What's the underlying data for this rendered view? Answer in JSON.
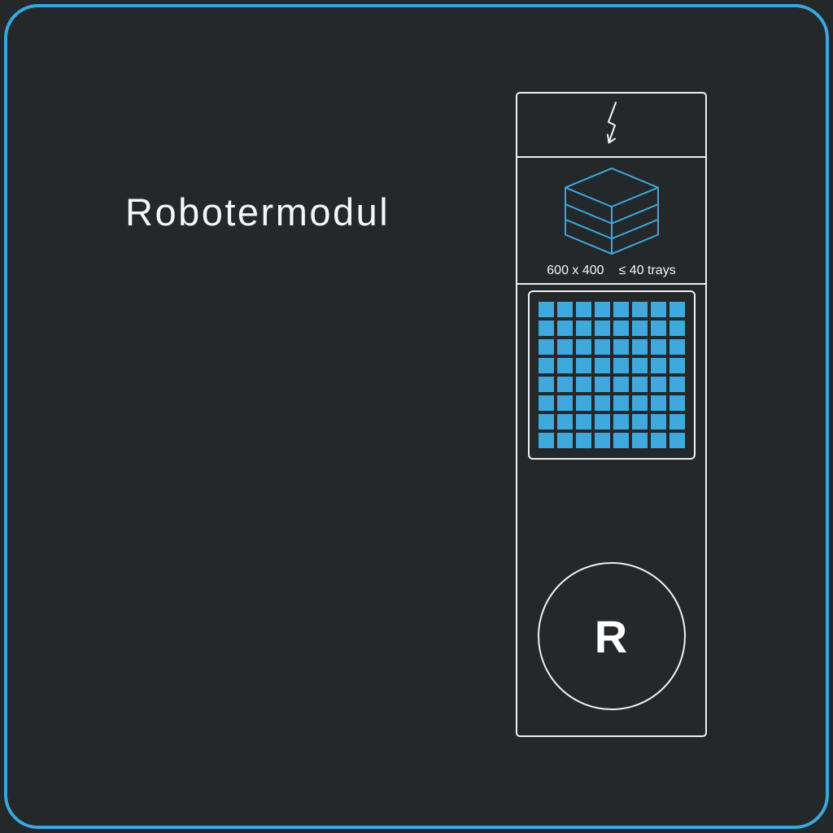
{
  "page": {
    "title": "Robotermodul"
  },
  "colors": {
    "background": "#24282a",
    "frame": "#3aa7dd",
    "accent": "#3fa9dd",
    "outline": "#eef1f1",
    "text": "#f5f6f6"
  },
  "module": {
    "power_section": {
      "icon": "lightning-arrow"
    },
    "tray_section": {
      "icon": "stacked-trays",
      "size_label": "600 x 400",
      "capacity_label": "≤ 40 trays"
    },
    "grid_section": {
      "rows": 8,
      "cols": 8
    },
    "badge": {
      "letter": "R"
    }
  }
}
